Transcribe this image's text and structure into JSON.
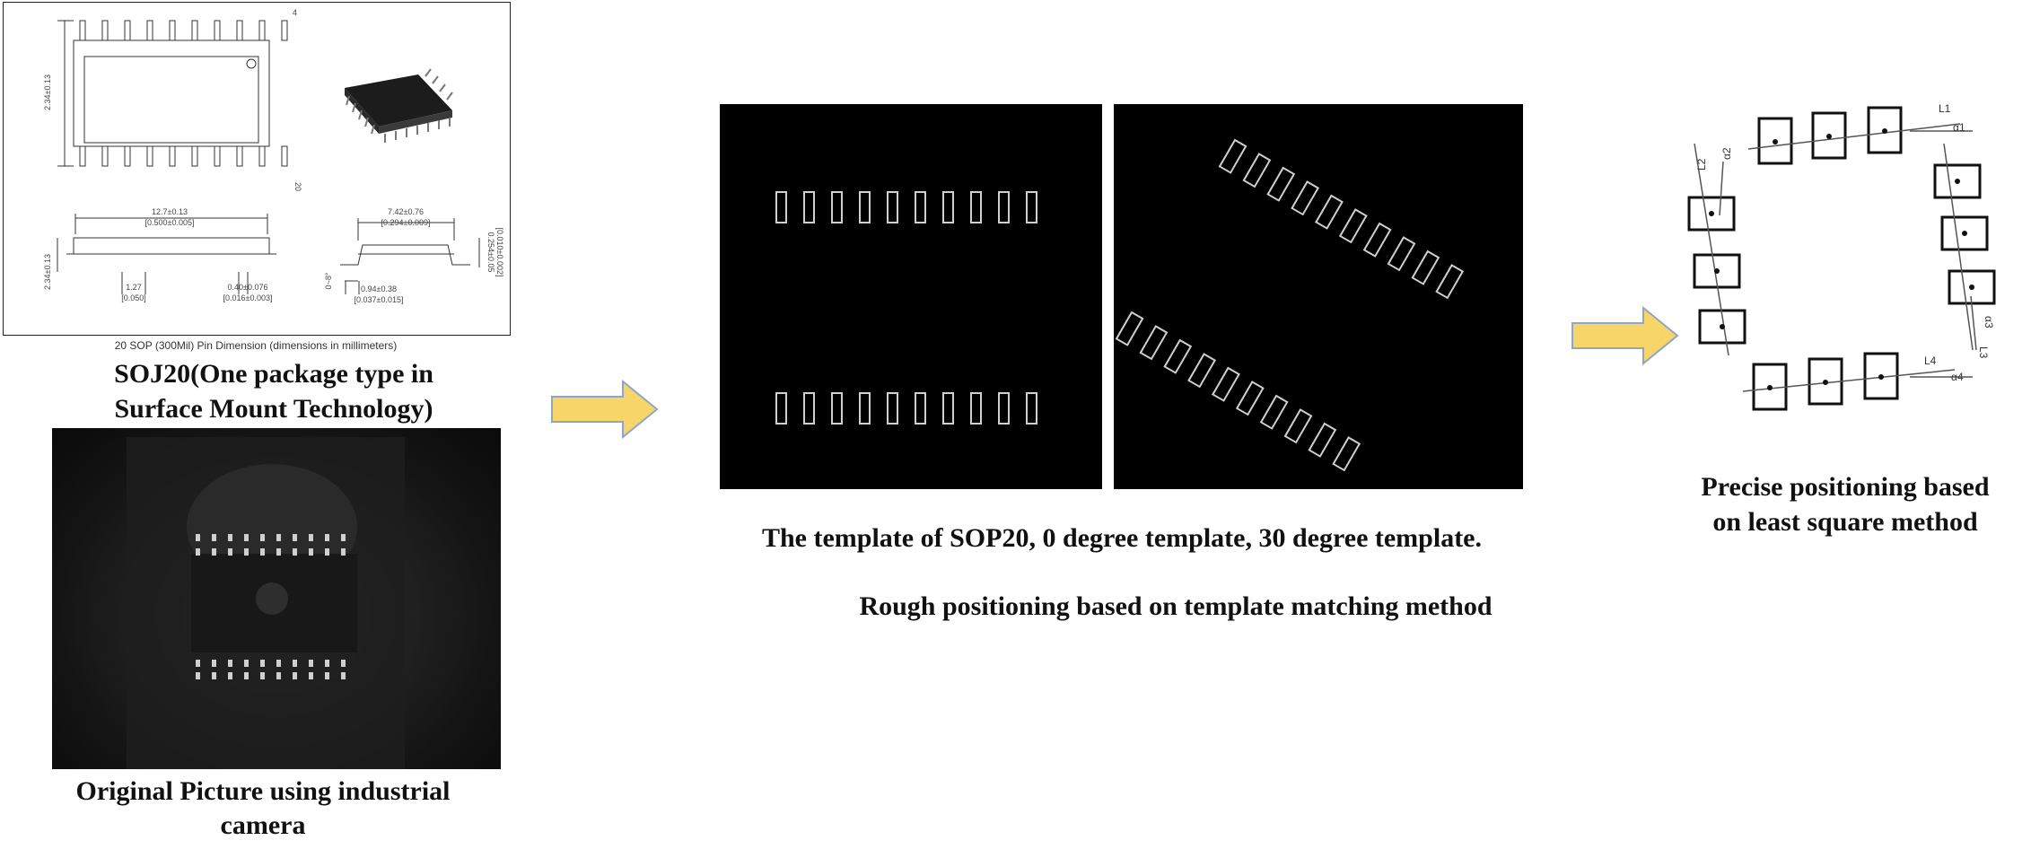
{
  "colors": {
    "arrow_fill": "#F8D568",
    "arrow_stroke": "#8FA6C9",
    "background": "#ffffff"
  },
  "panel1": {
    "drawing_caption": "20 SOP (300Mil)  Pin Dimension (dimensions in millimeters)",
    "title_line1": "SOJ20(One package type in",
    "title_line2": "Surface Mount Technology)",
    "dims": {
      "top_width": "12.7±0.13",
      "top_width_inch": "[0.500±0.005]",
      "pitch": "1.27",
      "pitch_inch": "[0.050]",
      "lead_width": "0.40±0.076",
      "lead_width_inch": "[0.016±0.003]",
      "side_width": "7.42±0.76",
      "side_width_inch": "[0.294±0.009]",
      "foot": "0.94±0.38",
      "foot_inch": "[0.037±0.015]",
      "height": "0.254±0.05",
      "height_inch": "[0.010±0.002]",
      "angle": "0~8°",
      "pin_top": "4",
      "pin_bottom": "20",
      "side_dim": "2.34±0.13"
    }
  },
  "panel2": {
    "caption_line1": "Original Picture using industrial",
    "caption_line2": "camera"
  },
  "panel3": {
    "caption": "The template of SOP20,  0 degree template, 30 degree template.",
    "subcaption": "Rough positioning based on template matching method"
  },
  "panel4": {
    "caption_line1": "Precise positioning based",
    "caption_line2": "on least square method",
    "labels": {
      "l1": "L1",
      "l2": "L2",
      "l3": "L3",
      "l4": "L4",
      "a1": "α1",
      "a2": "α2",
      "a3": "α3",
      "a4": "α4"
    }
  }
}
